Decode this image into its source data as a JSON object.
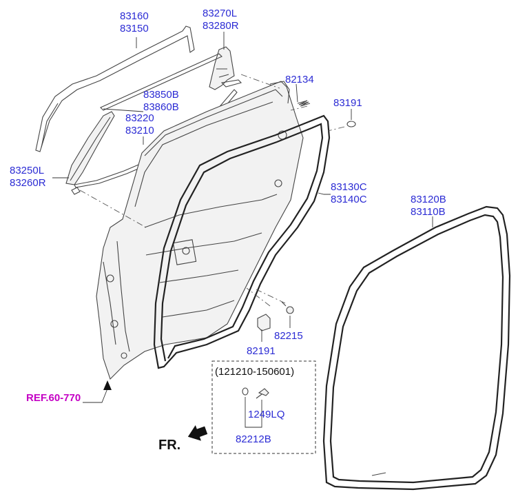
{
  "labels": {
    "p83160": "83160",
    "p83150": "83150",
    "p83270L": "83270L",
    "p83280R": "83280R",
    "p82134": "82134",
    "p83191": "83191",
    "p83850B": "83850B",
    "p83860B": "83860B",
    "p83220": "83220",
    "p83210": "83210",
    "p83250L": "83250L",
    "p83260R": "83260R",
    "p83130C": "83130C",
    "p83140C": "83140C",
    "p83120B": "83120B",
    "p83110B": "83110B",
    "p82215": "82215",
    "p82191": "82191",
    "date_range": "(121210-150601)",
    "p1249LQ": "1249LQ",
    "p82212B": "82212B",
    "ref": "REF.60-770",
    "front": "FR."
  },
  "colors": {
    "part_number": "#2b2bd4",
    "reference": "#c400c4",
    "line": "#333333"
  }
}
